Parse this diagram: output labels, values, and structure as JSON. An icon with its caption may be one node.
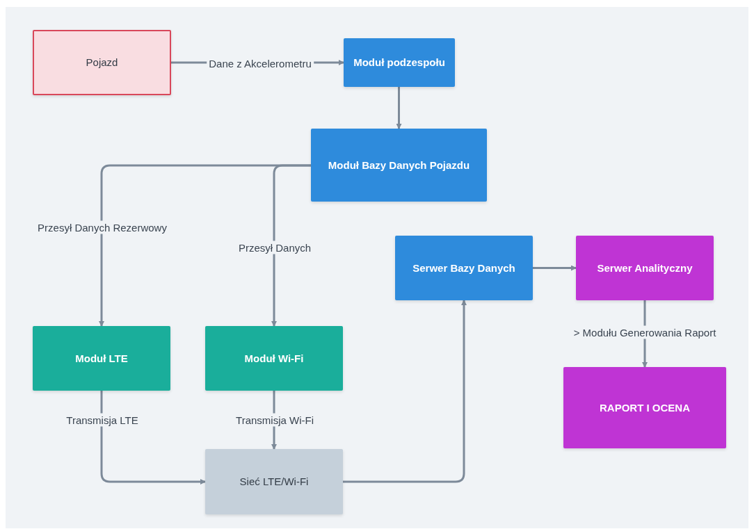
{
  "diagram": {
    "nodes": [
      {
        "text": [
          "Pojazd"
        ]
      },
      {
        "text": [
          "Moduł podzespołu"
        ]
      },
      {
        "text": [
          "Moduł Bazy Danych Pojazdu"
        ]
      },
      {
        "text": [
          "Serwer Bazy Danych"
        ]
      },
      {
        "text": [
          "Serwer Analityczny"
        ]
      },
      {
        "text": [
          "Moduł LTE"
        ]
      },
      {
        "text": [
          "Moduł Wi-Fi"
        ]
      },
      {
        "text": [
          "RAPORT I OCENA"
        ]
      },
      {
        "text": [
          "Sieć LTE/Wi-Fi"
        ]
      }
    ],
    "edges": [
      {
        "from": 0,
        "to": 1,
        "arrow": "to",
        "label": "Dane z Akcelerometru"
      },
      {
        "from": 1,
        "to": 2,
        "arrow": "to"
      },
      {
        "from": 2,
        "to": 5,
        "arrow": "to",
        "label": "Przesył Danych Rezerwowy"
      },
      {
        "from": 2,
        "to": 6,
        "arrow": "to",
        "label": "Przesył Danych"
      },
      {
        "from": 3,
        "to": 4,
        "arrow": "to"
      },
      {
        "from": 4,
        "to": 7,
        "arrow": "to",
        "label": "> Modułu Generowania Raport"
      },
      {
        "from": 5,
        "to": 8,
        "arrow": "to",
        "label": "Transmisja LTE"
      },
      {
        "from": 6,
        "to": 8,
        "arrow": "to",
        "label": "Transmisja Wi-Fi"
      },
      {
        "from": 8,
        "to": 3,
        "arrow": "to"
      }
    ]
  }
}
